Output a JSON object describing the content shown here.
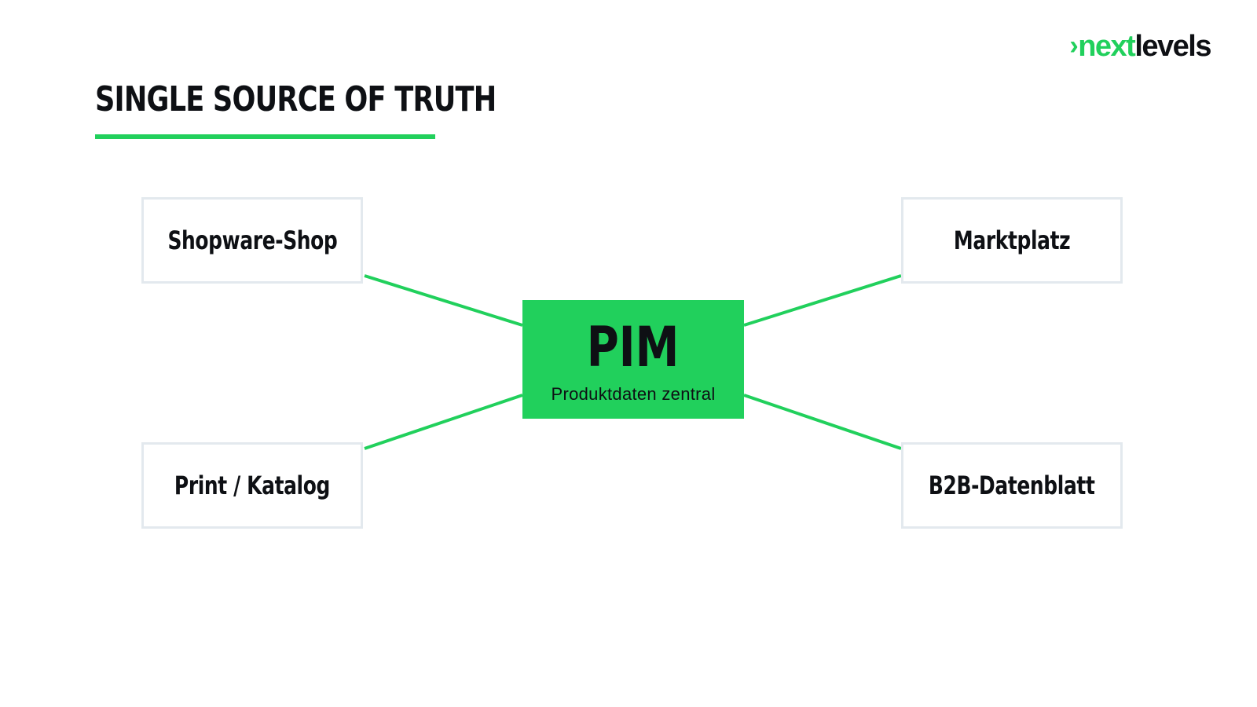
{
  "logo": {
    "part_a": "next",
    "part_b": "levels",
    "chevron": "›",
    "accent_color": "#21d05c"
  },
  "title": "SINGLE SOURCE OF TRUTH",
  "hub": {
    "title": "PIM",
    "subtitle": "Produktdaten zentral",
    "color": "#21d05c"
  },
  "nodes": {
    "top_left": "Shopware-Shop",
    "top_right": "Marktplatz",
    "bottom_left": "Print / Katalog",
    "bottom_right": "B2B-Datenblatt"
  },
  "connector_color": "#21d05c"
}
